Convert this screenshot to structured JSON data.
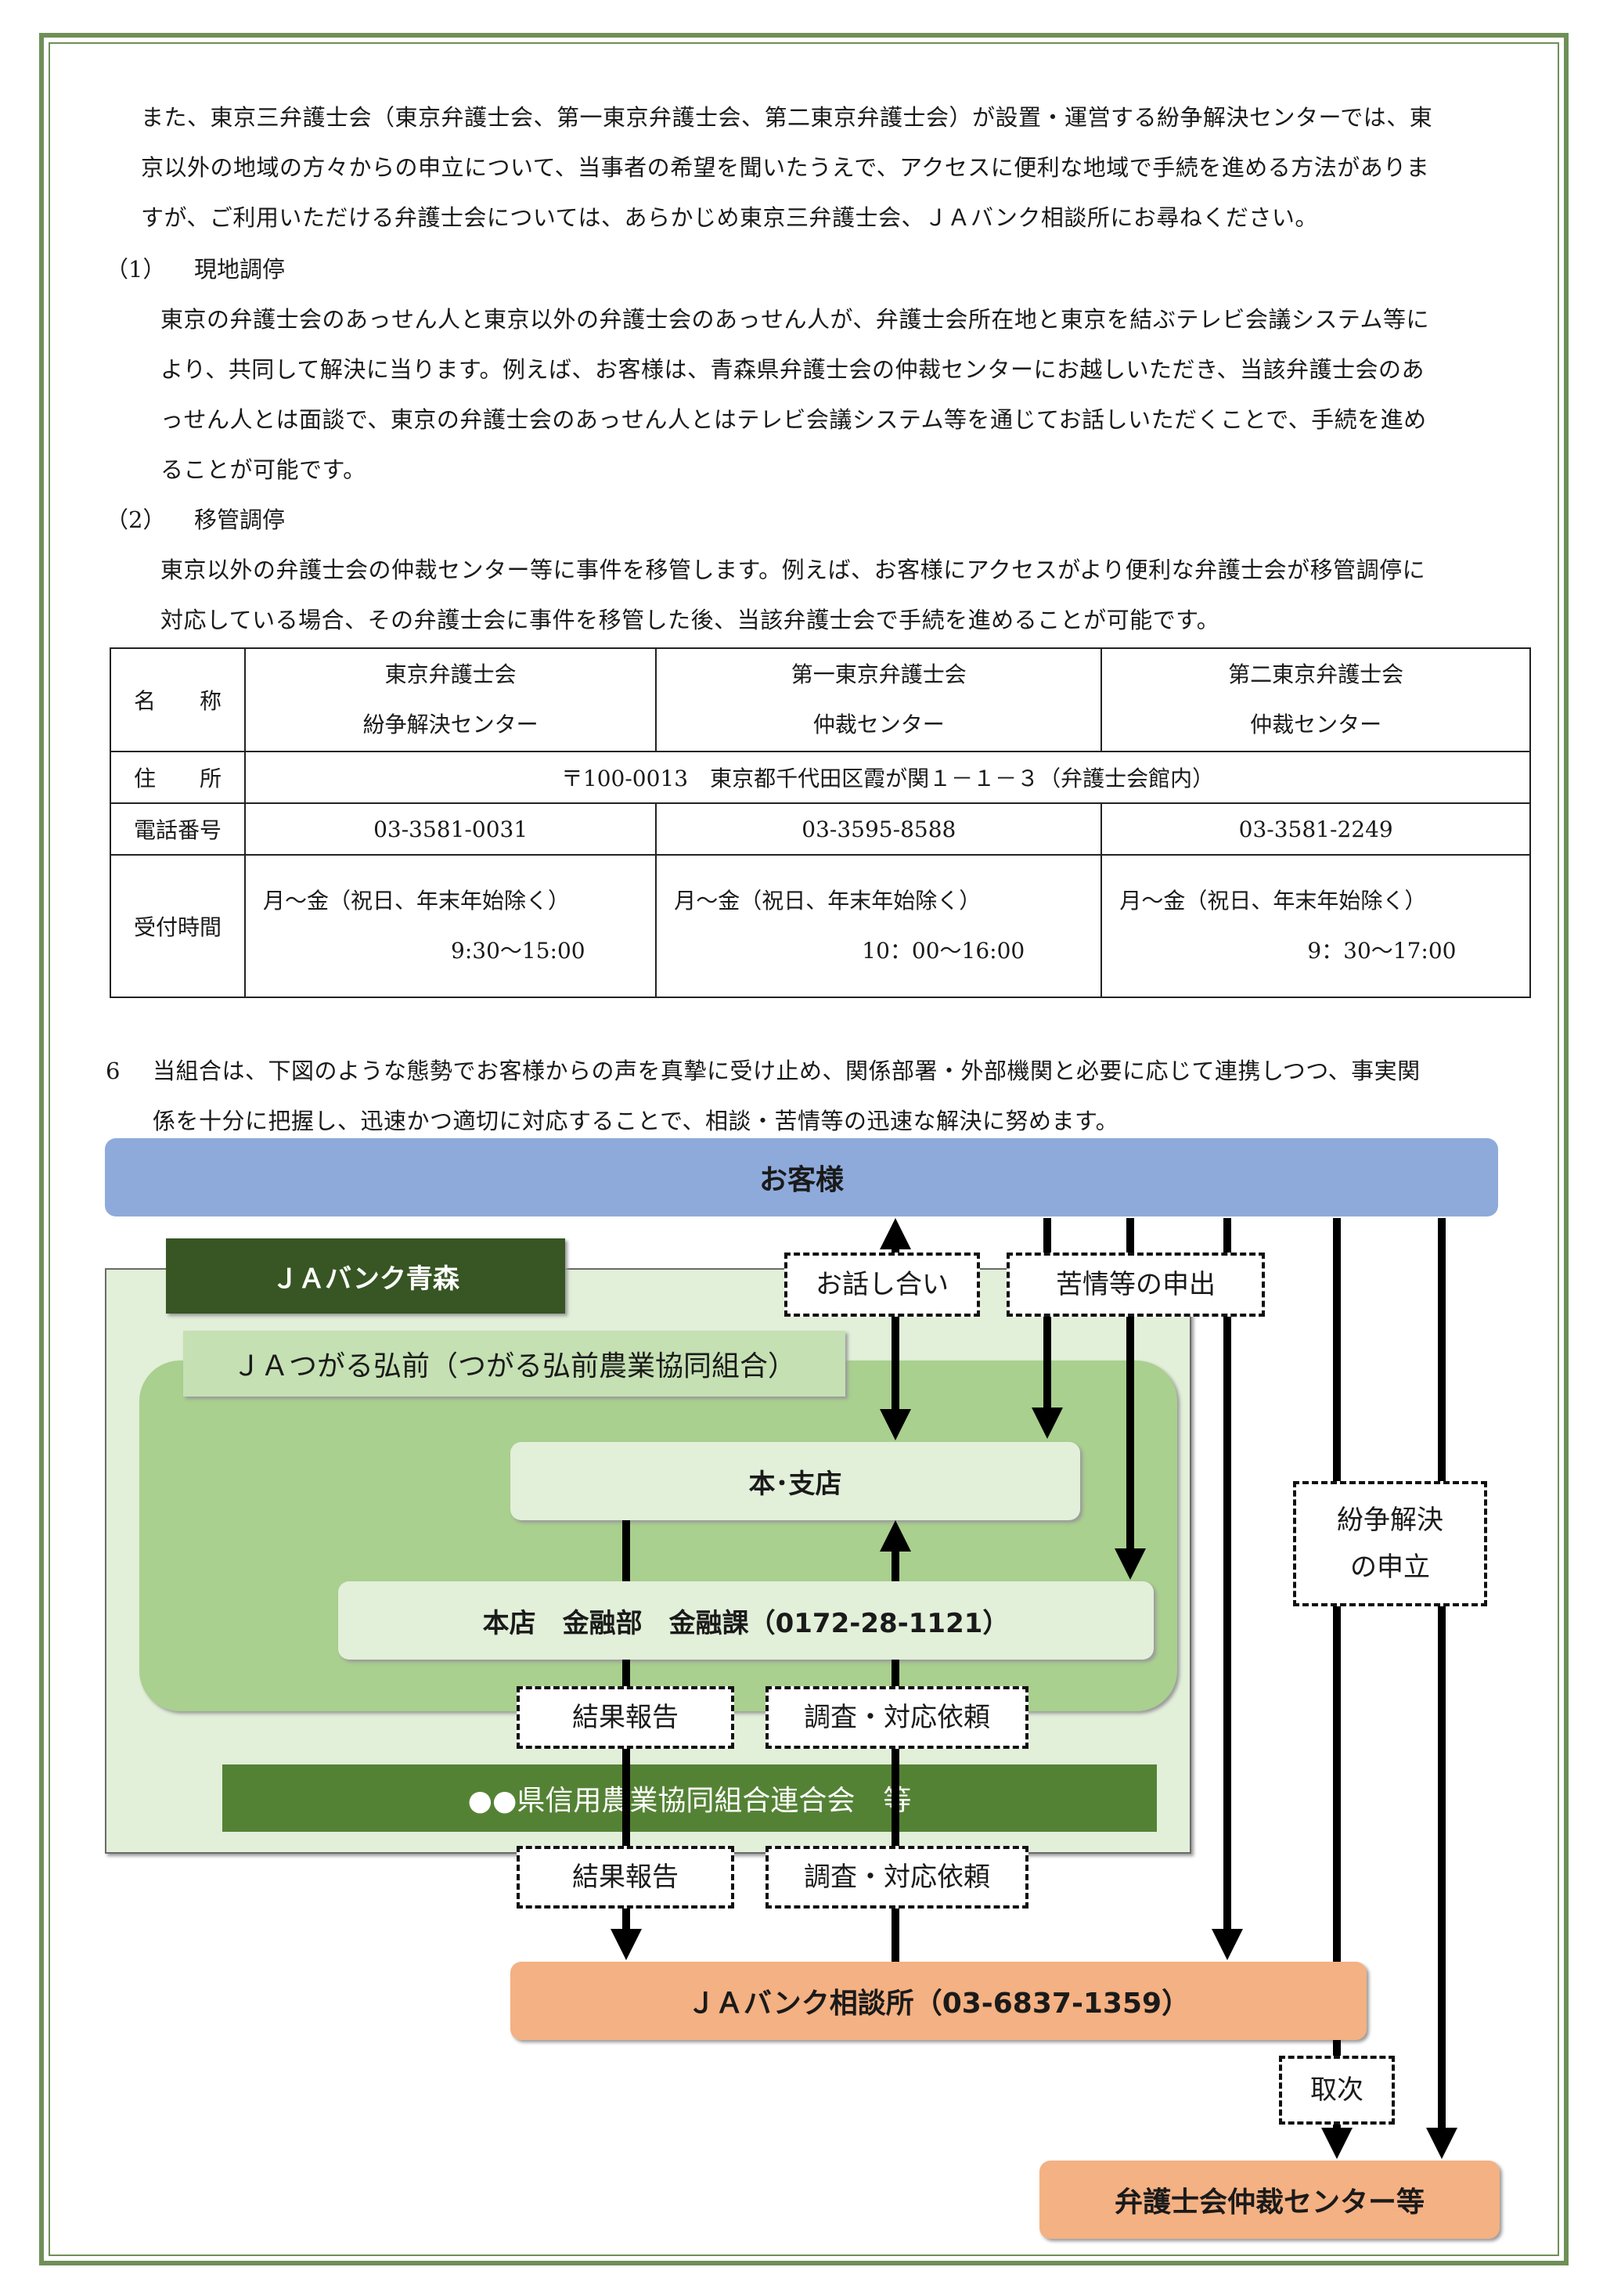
{
  "intro": {
    "line1": "また、東京三弁護士会（東京弁護士会、第一東京弁護士会、第二東京弁護士会）が設置・運営する紛争解決センターでは、東",
    "line2": "京以外の地域の方々からの申立について、当事者の希望を聞いたうえで、アクセスに便利な地域で手続を進める方法がありま",
    "line3": "すが、ご利用いただける弁護士会については、あらかじめ東京三弁護士会、ＪＡバンク相談所にお尋ねください。"
  },
  "section1": {
    "num": "（1）",
    "title": "現地調停",
    "line1": "東京の弁護士会のあっせん人と東京以外の弁護士会のあっせん人が、弁護士会所在地と東京を結ぶテレビ会議システム等に",
    "line2": "より、共同して解決に当ります。例えば、お客様は、青森県弁護士会の仲裁センターにお越しいただき、当該弁護士会のあ",
    "line3": "っせん人とは面談で、東京の弁護士会のあっせん人とはテレビ会議システム等を通じてお話しいただくことで、手続を進め",
    "line4": "ることが可能です。"
  },
  "section2": {
    "num": "（2）",
    "title": "移管調停",
    "line1": "東京以外の弁護士会の仲裁センター等に事件を移管します。例えば、お客様にアクセスがより便利な弁護士会が移管調停に",
    "line2": "対応している場合、その弁護士会に事件を移管した後、当該弁護士会で手続を進めることが可能です。"
  },
  "table": {
    "labels": {
      "name": "名　　称",
      "address": "住　　所",
      "phone": "電話番号",
      "hours": "受付時間"
    },
    "org1": {
      "line1": "東京弁護士会",
      "line2": "紛争解決センター",
      "phone": "03-3581-0031",
      "days": "月～金（祝日、年末年始除く）",
      "time": "9:30～15:00"
    },
    "org2": {
      "line1": "第一東京弁護士会",
      "line2": "仲裁センター",
      "phone": "03-3595-8588",
      "days": "月～金（祝日、年末年始除く）",
      "time": "10：00～16:00"
    },
    "org3": {
      "line1": "第二東京弁護士会",
      "line2": "仲裁センター",
      "phone": "03-3581-2249",
      "days": "月～金（祝日、年末年始除く）",
      "time": "9：30～17:00"
    },
    "address": "〒100-0013　東京都千代田区霞が関１－１－３（弁護士会館内）"
  },
  "section6": {
    "num": "6",
    "line1": "当組合は、下図のような態勢でお客様からの声を真摯に受け止め、関係部署・外部機関と必要に応じて連携しつつ、事実関",
    "line2": "係を十分に把握し、迅速かつ適切に対応することで、相談・苦情等の迅速な解決に努めます。"
  },
  "diagram": {
    "customer": "お客様",
    "ja_bank_aomori": "ＪＡバンク青森",
    "ja_tsugaru": "ＪＡつがる弘前（つがる弘前農業協同組合）",
    "branch": "本･支店",
    "head_office": "本店　金融部　金融課（0172-28-1121）",
    "federation": "●●県信用農業協同組合連合会　等",
    "consult": "ＪＡバンク相談所（03-6837-1359）",
    "bar": "弁護士会仲裁センター等",
    "lbl_talk": "お話し合い",
    "lbl_complaint": "苦情等の申出",
    "lbl_dispute_1": "紛争解決",
    "lbl_dispute_2": "の申立",
    "lbl_result_1": "結果報告",
    "lbl_request_1": "調査・対応依頼",
    "lbl_result_2": "結果報告",
    "lbl_request_2": "調査・対応依頼",
    "lbl_forward": "取次",
    "colors": {
      "customer": "#8eaadb",
      "dark_green": "#375623",
      "light_green_bg": "#e2efd9",
      "mid_green": "#a9d08e",
      "pale_green": "#e2efd9",
      "tsugaru_band": "#c5e0b3",
      "orange": "#f4b183"
    }
  }
}
